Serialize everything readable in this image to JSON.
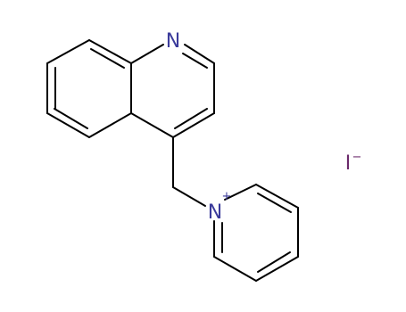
{
  "atoms": {
    "quinoline_n": "N",
    "pyridinium_n": "N",
    "pyridinium_charge": "+",
    "iodide": "I",
    "iodide_charge": "−"
  },
  "colors": {
    "bond": "#000000",
    "nitrogen": "#3b3b9b",
    "iodine": "#6b2a6b"
  }
}
